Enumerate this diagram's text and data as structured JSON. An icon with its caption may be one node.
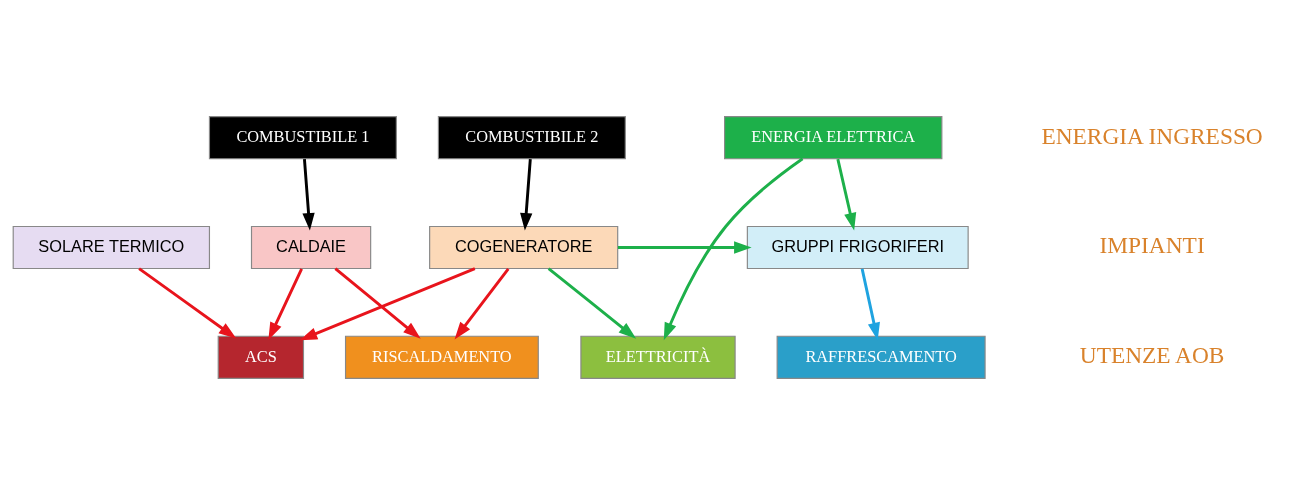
{
  "diagram": {
    "nodes": [
      {
        "text": [
          "COMBUSTIBILE 1"
        ]
      },
      {
        "text": [
          "COMBUSTIBILE 2"
        ]
      },
      {
        "text": [
          "ENERGIA ELETTRICA"
        ]
      },
      {
        "text": [
          "SOLARE TERMICO"
        ]
      },
      {
        "text": [
          "CALDAIE"
        ]
      },
      {
        "text": [
          "COGENERATORE"
        ]
      },
      {
        "text": [
          "GRUPPI FRIGORIFERI"
        ]
      },
      {
        "text": [
          "ACS"
        ]
      },
      {
        "text": [
          "RISCALDAMENTO"
        ]
      },
      {
        "text": [
          "RAFFRESCAMENTO"
        ]
      },
      {
        "text": [
          "ELETTRICITÀ"
        ]
      }
    ],
    "edges": [
      {
        "from": 0,
        "to": 4,
        "arrow": "to",
        "color": "#000000"
      },
      {
        "from": 1,
        "to": 5,
        "arrow": "to",
        "color": "#000000"
      },
      {
        "from": 2,
        "to": 6,
        "arrow": "to",
        "color": "#1db04a"
      },
      {
        "from": 2,
        "to": 10,
        "arrow": "to",
        "color": "#1db04a"
      },
      {
        "from": 3,
        "to": 7,
        "arrow": "to"
      },
      {
        "from": 4,
        "to": 7,
        "arrow": "to"
      },
      {
        "from": 4,
        "to": 8,
        "arrow": "to"
      },
      {
        "from": 5,
        "to": 7,
        "arrow": "to"
      },
      {
        "from": 5,
        "to": 8,
        "arrow": "to"
      },
      {
        "from": 5,
        "to": 6,
        "arrow": "to",
        "color": "#1db04a"
      },
      {
        "from": 5,
        "to": 10,
        "arrow": "to",
        "color": "#1db04a"
      },
      {
        "from": 6,
        "to": 9,
        "arrow": "to",
        "color": "#1fa3e0"
      }
    ],
    "labels": [
      "ENERGIA INGRESSO",
      "IMPIANTI",
      "UTENZE AOB"
    ]
  }
}
